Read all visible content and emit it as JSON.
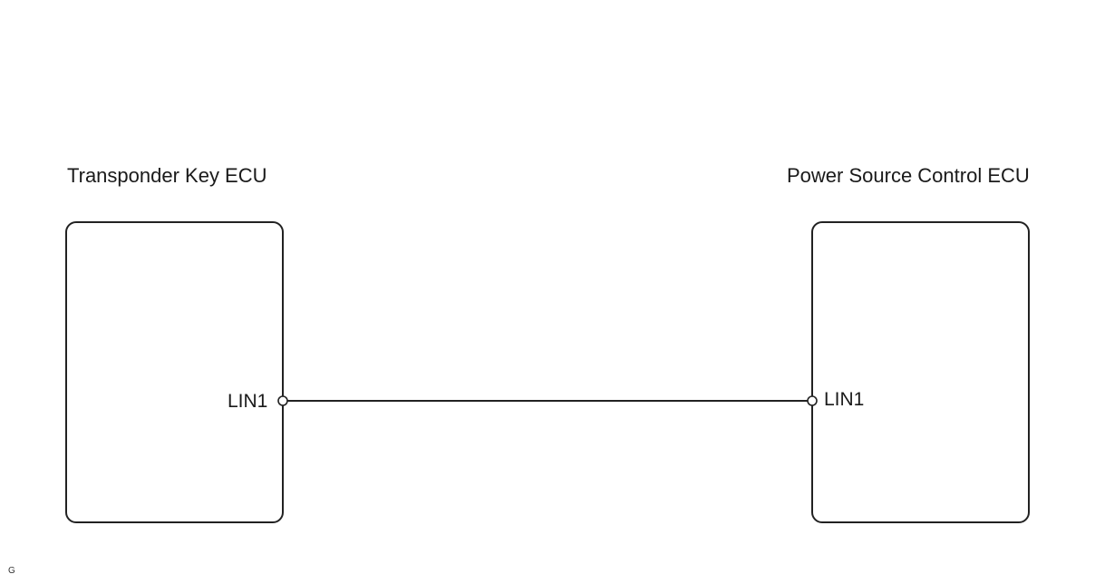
{
  "diagram": {
    "left_ecu": {
      "title": "Transponder Key ECU",
      "pin_label": "LIN1"
    },
    "right_ecu": {
      "title": "Power Source Control ECU",
      "pin_label": "LIN1"
    },
    "corner_mark": "G"
  },
  "colors": {
    "line": "#222222",
    "background": "#ffffff"
  }
}
